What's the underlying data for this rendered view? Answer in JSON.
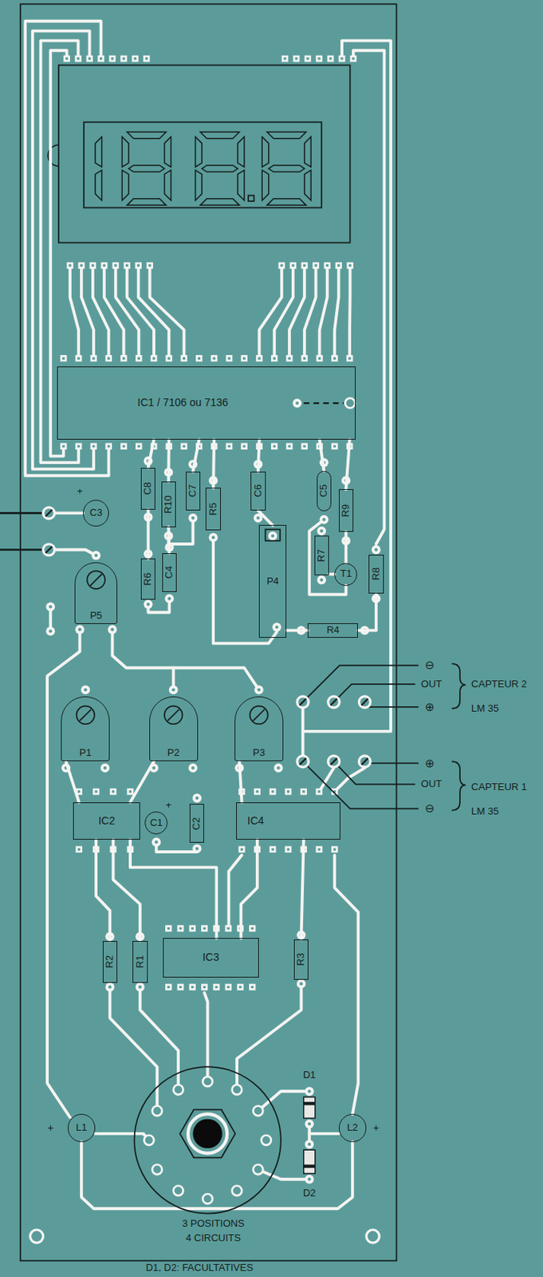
{
  "diagram": {
    "nodes": [
      {
        "text": [
          "IC1 / 7106 ou 7136"
        ]
      },
      {
        "text": [
          "C8"
        ]
      },
      {
        "text": [
          "R10"
        ]
      },
      {
        "text": [
          "C7"
        ]
      },
      {
        "text": [
          "R5"
        ]
      },
      {
        "text": [
          "C6"
        ]
      },
      {
        "text": [
          "C5"
        ]
      },
      {
        "text": [
          "R9"
        ]
      },
      {
        "text": [
          "C3"
        ]
      },
      {
        "text": [
          "R6"
        ]
      },
      {
        "text": [
          "C4"
        ]
      },
      {
        "text": [
          "P4"
        ]
      },
      {
        "text": [
          "R7"
        ]
      },
      {
        "text": [
          "T1"
        ]
      },
      {
        "text": [
          "R8"
        ]
      },
      {
        "text": [
          "P5"
        ]
      },
      {
        "text": [
          "R4"
        ]
      },
      {
        "text": [
          "P1"
        ]
      },
      {
        "text": [
          "P2"
        ]
      },
      {
        "text": [
          "P3"
        ]
      },
      {
        "text": [
          "IC2"
        ]
      },
      {
        "text": [
          "C1"
        ]
      },
      {
        "text": [
          "C2"
        ]
      },
      {
        "text": [
          "IC4"
        ]
      },
      {
        "text": [
          "R2"
        ]
      },
      {
        "text": [
          "R1"
        ]
      },
      {
        "text": [
          "IC3"
        ]
      },
      {
        "text": [
          "R3"
        ]
      },
      {
        "text": [
          "L1"
        ]
      },
      {
        "text": [
          "L2"
        ]
      }
    ],
    "edges": [
      {
        "from": 0,
        "to": 1,
        "arrow": "none"
      },
      {
        "from": 0,
        "to": 2,
        "arrow": "none"
      },
      {
        "from": 0,
        "to": 3,
        "arrow": "none"
      },
      {
        "from": 0,
        "to": 4,
        "arrow": "none"
      },
      {
        "from": 0,
        "to": 5,
        "arrow": "none"
      },
      {
        "from": 0,
        "to": 6,
        "arrow": "none"
      },
      {
        "from": 0,
        "to": 7,
        "arrow": "none"
      },
      {
        "from": 1,
        "to": 9,
        "arrow": "none"
      },
      {
        "from": 2,
        "to": 10,
        "arrow": "none"
      },
      {
        "from": 5,
        "to": 11,
        "arrow": "none"
      },
      {
        "from": 7,
        "to": 13,
        "arrow": "none"
      },
      {
        "from": 12,
        "to": 13,
        "arrow": "none"
      },
      {
        "from": 14,
        "to": 16,
        "arrow": "none"
      },
      {
        "from": 11,
        "to": 16,
        "arrow": "none"
      },
      {
        "from": 17,
        "to": 20,
        "arrow": "none"
      },
      {
        "from": 18,
        "to": 20,
        "arrow": "none"
      },
      {
        "from": 19,
        "to": 23,
        "arrow": "none"
      },
      {
        "from": 20,
        "to": 24,
        "arrow": "none"
      },
      {
        "from": 20,
        "to": 25,
        "arrow": "none"
      },
      {
        "from": 20,
        "to": 26,
        "arrow": "none"
      },
      {
        "from": 23,
        "to": 26,
        "arrow": "none"
      },
      {
        "from": 23,
        "to": 27,
        "arrow": "none"
      }
    ],
    "labels": [
      "+",
      "+",
      "+",
      "+",
      "D1",
      "D2",
      "⊖",
      "OUT",
      "⊕",
      "CAPTEUR 2",
      "LM 35",
      "⊕",
      "OUT",
      "⊖",
      "CAPTEUR 1",
      "LM 35",
      "3 POSITIONS",
      "4 CIRCUITS",
      "D1, D2: FACULTATIVES"
    ]
  }
}
